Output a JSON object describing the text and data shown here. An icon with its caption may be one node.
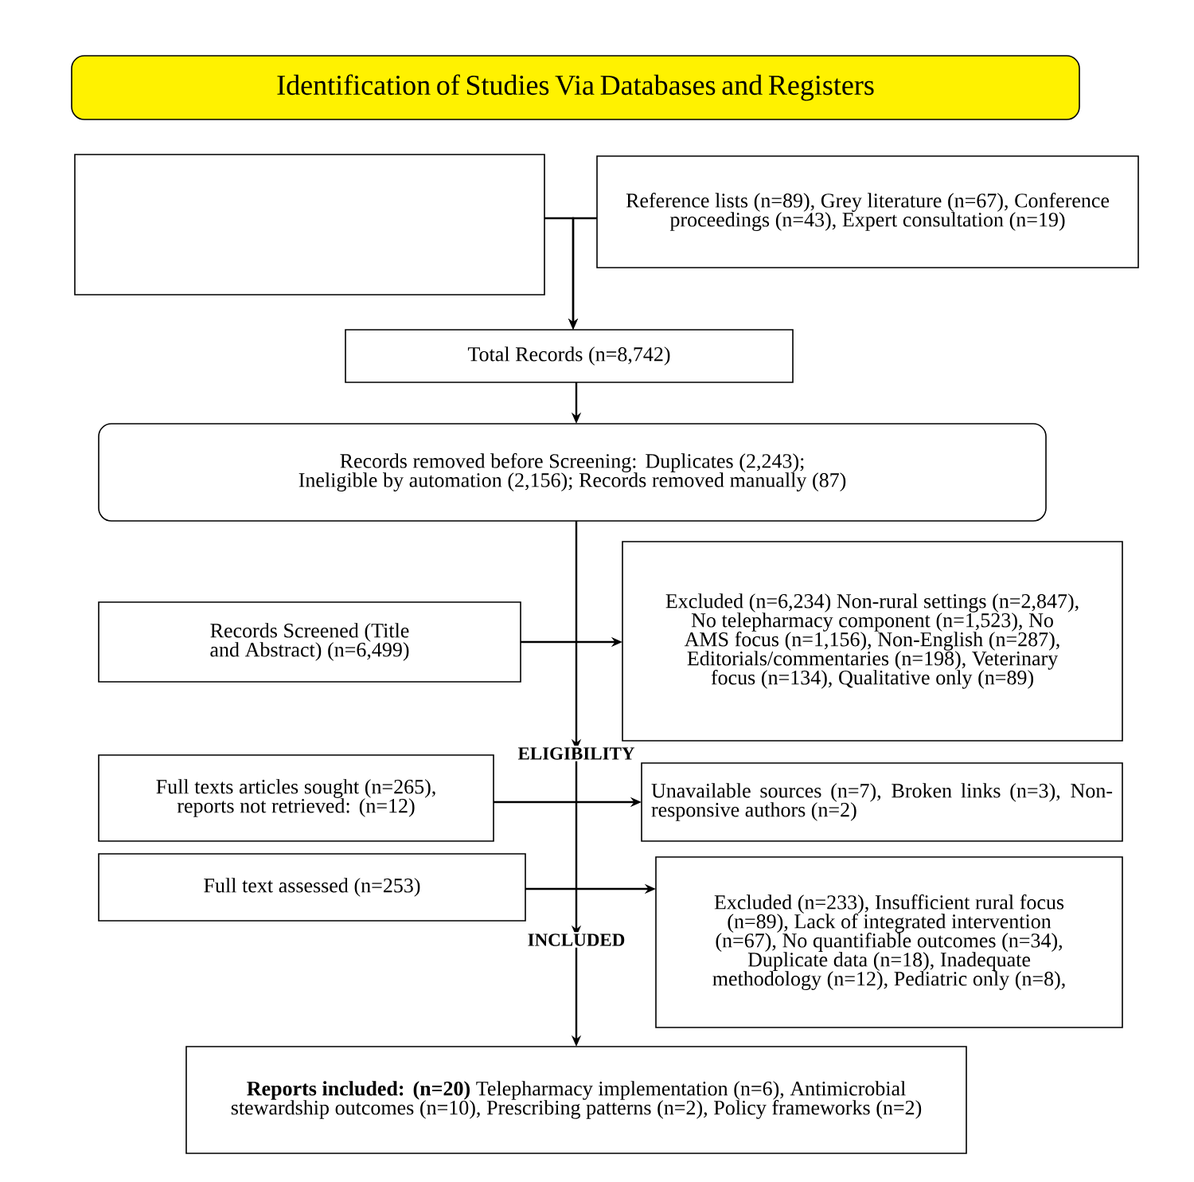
{
  "diagram": {
    "nodes": [
      {
        "text": [
          "Identification of Studies Via Databases and Registers"
        ]
      },
      {
        "text": [],
        "shape": "box"
      },
      {
        "text": [
          "Reference lists (n=89), Grey literature (n=67), Conference proceedings (n=43), Expert consultation (n=19)"
        ]
      },
      {
        "text": [
          "Total Records (n=8,742)"
        ]
      },
      {
        "text": [
          "Records removed before Screening: Duplicates (2,243); Ineligible by automation (2,156); Records removed manually (87)"
        ]
      },
      {
        "text": [
          "Records Screened (Title and Abstract) (n=6,499)"
        ]
      },
      {
        "text": [
          "Excluded (n=6,234) Non-rural settings (n=2,847), No telepharmacy component (n=1,523), No AMS focus (n=1,156), Non-English (n=287), Editorials/commentaries (n=198), Veterinary focus (n=134), Qualitative only (n=89)"
        ]
      },
      {
        "text": [
          "Full texts articles sought (n=265), reports not retrieved: (n=12)"
        ]
      },
      {
        "text": [
          "Unavailable sources (n=7), Broken links (n=3), Non-responsive authors (n=2)"
        ]
      },
      {
        "text": [
          "Full text assessed (n=253)"
        ]
      },
      {
        "text": [
          "Excluded (n=233), Insufficient rural focus (n=89), Lack of integrated intervention (n=67), No quantifiable outcomes (n=34), Duplicate data (n=18), Inadequate methodology (n=12), Pediatric only (n=8),"
        ]
      },
      {
        "text": [
          "**Reports included: (n=20)** Telepharmacy implementation (n=6), Antimicrobial stewardship outcomes (n=10), Prescribing patterns (n=2), Policy frameworks (n=2)"
        ]
      }
    ],
    "edges": [
      {
        "from": 1,
        "to": 3,
        "arrow": "to"
      },
      {
        "from": 2,
        "to": 3,
        "arrow": "to"
      },
      {
        "from": 3,
        "to": 4,
        "arrow": "to"
      },
      {
        "from": 4,
        "to": 11,
        "arrow": "to"
      },
      {
        "from": 5,
        "to": 6,
        "arrow": "to"
      },
      {
        "from": 7,
        "to": 8,
        "arrow": "to"
      },
      {
        "from": 9,
        "to": 10,
        "arrow": "to"
      }
    ],
    "labels": [
      "ELIGIBILITY",
      "INCLUDED"
    ]
  }
}
